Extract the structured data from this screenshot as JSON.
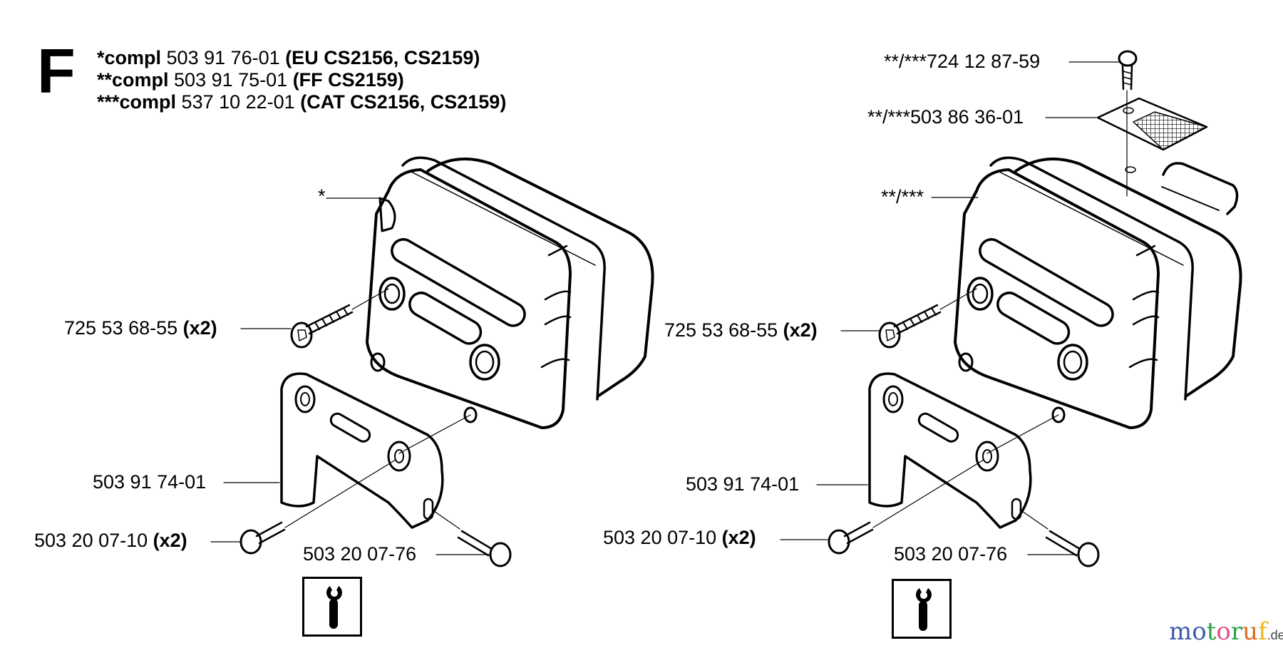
{
  "section": {
    "letter": "F"
  },
  "header": {
    "lines": [
      {
        "prefix": " *compl",
        "part": " 503 91 76-01 ",
        "note": "(EU CS2156, CS2159)"
      },
      {
        "prefix": "**compl",
        "part": " 503 91 75-01 ",
        "note": "(FF CS2159)"
      },
      {
        "prefix": "***compl",
        "part": " 537 10 22-01 ",
        "note": "(CAT CS2156, CS2159)"
      }
    ]
  },
  "left_assembly": {
    "labels": [
      {
        "id": "muffler",
        "text": "*",
        "qty": ""
      },
      {
        "id": "muffler-screw",
        "text": "725 53 68-55 ",
        "qty": "(x2)"
      },
      {
        "id": "bracket",
        "text": "503 91 74-01",
        "qty": ""
      },
      {
        "id": "bracket-screw",
        "text": "503 20 07-10 ",
        "qty": "(x2)"
      },
      {
        "id": "bracket-screw-single",
        "text": "503 20 07-76",
        "qty": ""
      }
    ],
    "tool_icon": "wrench-icon"
  },
  "right_assembly": {
    "labels": [
      {
        "id": "top-screw",
        "text": "**/***724 12 87-59",
        "qty": ""
      },
      {
        "id": "spark-screen",
        "text": "**/***503 86 36-01",
        "qty": ""
      },
      {
        "id": "muffler",
        "text": "**/***",
        "qty": ""
      },
      {
        "id": "muffler-screw",
        "text": "725 53 68-55 ",
        "qty": "(x2)"
      },
      {
        "id": "bracket",
        "text": "503 91 74-01",
        "qty": ""
      },
      {
        "id": "bracket-screw",
        "text": "503 20 07-10 ",
        "qty": "(x2)"
      },
      {
        "id": "bracket-screw-single",
        "text": "503 20 07-76",
        "qty": ""
      }
    ],
    "tool_icon": "wrench-icon"
  },
  "watermark": {
    "letters": [
      {
        "ch": "m",
        "color": "#3b5ba9"
      },
      {
        "ch": "o",
        "color": "#3b5ba9"
      },
      {
        "ch": "t",
        "color": "#2e9e4a"
      },
      {
        "ch": "o",
        "color": "#e0508a"
      },
      {
        "ch": "r",
        "color": "#2e9e4a"
      },
      {
        "ch": "u",
        "color": "#e06a1a"
      },
      {
        "ch": "f",
        "color": "#f2b417"
      }
    ],
    "suffix": ".de"
  }
}
